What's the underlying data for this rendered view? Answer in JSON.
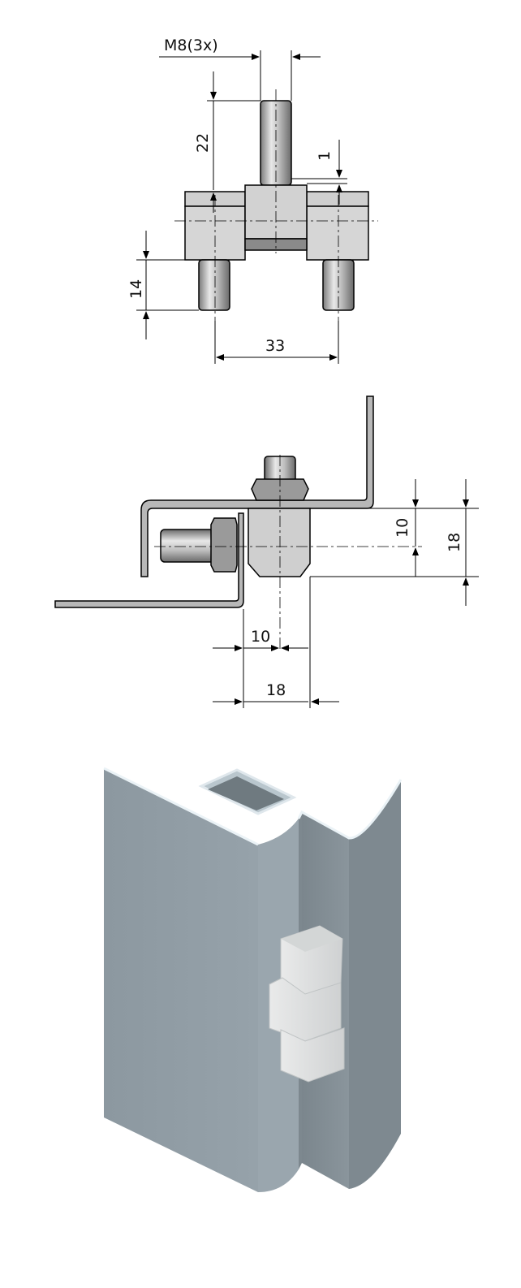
{
  "top_view": {
    "thread_label": "M8(3x)",
    "dim_vertical_pin": "22",
    "dim_small_offset": "1",
    "dim_bottom_pin": "14",
    "dim_spacing": "33"
  },
  "side_view": {
    "dim_vertical_inner": "10",
    "dim_vertical_outer": "18",
    "dim_horizontal_inner": "10",
    "dim_horizontal_outer": "18"
  },
  "colors": {
    "metal_block": "#d6d6d6",
    "metal_dark": "#8a8a8a",
    "profile_face": "#8e9aa2",
    "profile_side": "#7c878e",
    "hinge": "#e2e3e3",
    "line": "#000000"
  }
}
